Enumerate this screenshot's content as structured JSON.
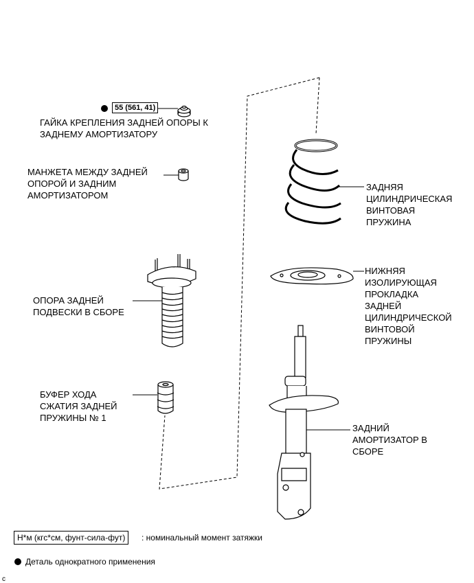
{
  "torque_value": "55 (561, 41)",
  "labels": {
    "nut_line1": "ГАЙКА КРЕПЛЕНИЯ ЗАДНЕЙ ОПОРЫ К",
    "nut_line2": "ЗАДНЕМУ АМОРТИЗАТОРУ",
    "cuff_line1": "МАНЖЕТА МЕЖДУ ЗАДНЕЙ",
    "cuff_line2": "ОПОРОЙ И ЗАДНИМ",
    "cuff_line3": "АМОРТИЗАТОРОМ",
    "support_line1": "ОПОРА ЗАДНЕЙ",
    "support_line2": "ПОДВЕСКИ В СБОРЕ",
    "bumper_line1": "БУФЕР ХОДА",
    "bumper_line2": "СЖАТИЯ ЗАДНЕЙ",
    "bumper_line3": "ПРУЖИНЫ № 1",
    "spring_line1": "ЗАДНЯЯ",
    "spring_line2": "ЦИЛИНДРИЧЕСКАЯ",
    "spring_line3": "ВИНТОВАЯ",
    "spring_line4": "ПРУЖИНА",
    "insulator_line1": "НИЖНЯЯ",
    "insulator_line2": "ИЗОЛИРУЮЩАЯ",
    "insulator_line3": "ПРОКЛАДКА",
    "insulator_line4": "ЗАДНЕЙ",
    "insulator_line5": "ЦИЛИНДРИЧЕСКОЙ",
    "insulator_line6": "ВИНТОВОЙ",
    "insulator_line7": "ПРУЖИНЫ",
    "absorber_line1": "ЗАДНИЙ",
    "absorber_line2": "АМОРТИЗАТОР В",
    "absorber_line3": "СБОРЕ"
  },
  "legend": {
    "torque_unit": "Н*м (кгс*см, фунт-сила-фут)",
    "torque_desc": ": номинальный момент затяжки",
    "non_reusable": "Деталь однократного применения"
  },
  "corner_mark": "c",
  "icons": {
    "non_reusable_marker": "filled-circle-icon"
  }
}
